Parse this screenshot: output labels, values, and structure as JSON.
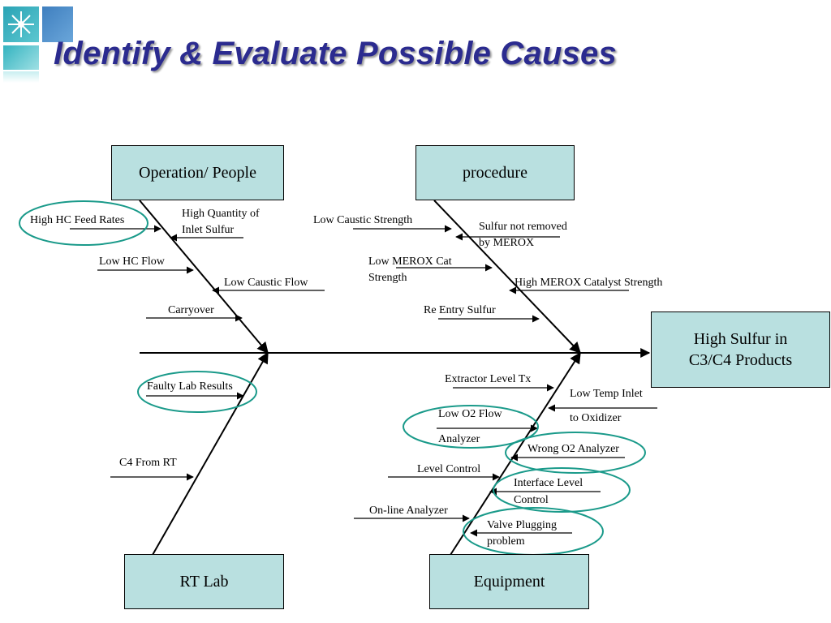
{
  "title": "Identify & Evaluate Possible Causes",
  "colors": {
    "title": "#2b2b8f",
    "box_fill": "#b9e0e0",
    "ellipse_stroke": "#1a9a8a",
    "logo_teal": "#33b3c0",
    "logo_blue": "#4f8fc6"
  },
  "categories": {
    "operation_people": "Operation/ People",
    "procedure": "procedure",
    "rt_lab": "RT Lab",
    "equipment": "Equipment"
  },
  "effect": {
    "line1": "High Sulfur in",
    "line2": "C3/C4 Products"
  },
  "causes": {
    "high_hc_feed_rates": "High HC Feed Rates",
    "high_quantity_line1": "High Quantity of",
    "high_quantity_line2": "Inlet Sulfur",
    "low_hc_flow": "Low HC Flow",
    "low_caustic_flow": "Low Caustic Flow",
    "carryover": "Carryover",
    "low_caustic_strength": "Low Caustic Strength",
    "sulfur_not_removed_line1": "Sulfur not removed",
    "sulfur_not_removed_line2": "by MEROX",
    "low_merox_cat_line1": "Low MEROX Cat",
    "low_merox_cat_line2": "Strength",
    "high_merox_catalyst": "High MEROX Catalyst Strength",
    "re_entry_sulfur": "Re Entry Sulfur",
    "faulty_lab_results": "Faulty Lab Results",
    "c4_from_rt": "C4 From RT",
    "extractor_level_tx": "Extractor Level Tx",
    "low_temp_inlet_line1": "Low Temp Inlet",
    "low_temp_inlet_line2": "to Oxidizer",
    "low_o2_flow_line1": "Low O2 Flow",
    "low_o2_flow_line2": "Analyzer",
    "wrong_o2_analyzer": "Wrong O2 Analyzer",
    "level_control": "Level Control",
    "interface_level_line1": "Interface Level",
    "interface_level_line2": "Control",
    "online_analyzer": "On-line Analyzer",
    "valve_plugging_line1": "Valve Plugging",
    "valve_plugging_line2": "problem"
  }
}
